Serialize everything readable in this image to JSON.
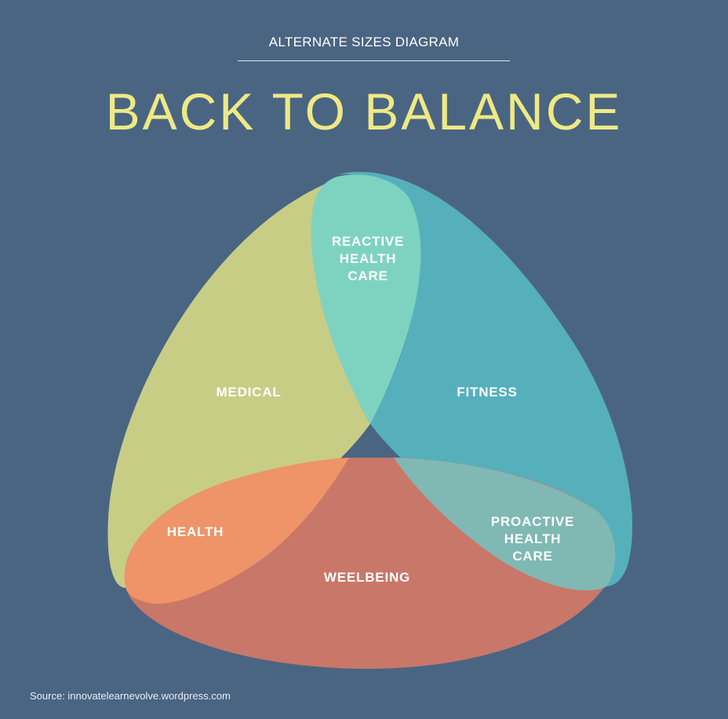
{
  "header": {
    "subtitle": "ALTERNATE SIZES DIAGRAM",
    "title": "BACK TO BALANCE"
  },
  "diagram": {
    "colors": {
      "background": "#4a6582",
      "medical": "#c8cd86",
      "fitness": "#55b0bc",
      "reactive_overlap": "#7ed3c0",
      "wellbeing": "#c97769",
      "health_overlap": "#ee9468",
      "proactive_overlap": "#80b8b4",
      "title": "#eee986"
    },
    "labels": {
      "medical": "MEDICAL",
      "fitness": "FITNESS",
      "wellbeing": "WEELBEING",
      "health": "HEALTH",
      "reactive": [
        "REACTIVE",
        "HEALTH",
        "CARE"
      ],
      "proactive": [
        "PROACTIVE",
        "HEALTH",
        "CARE"
      ]
    }
  },
  "footer": {
    "source": "Source: innovatelearnevolve.wordpress.com"
  }
}
